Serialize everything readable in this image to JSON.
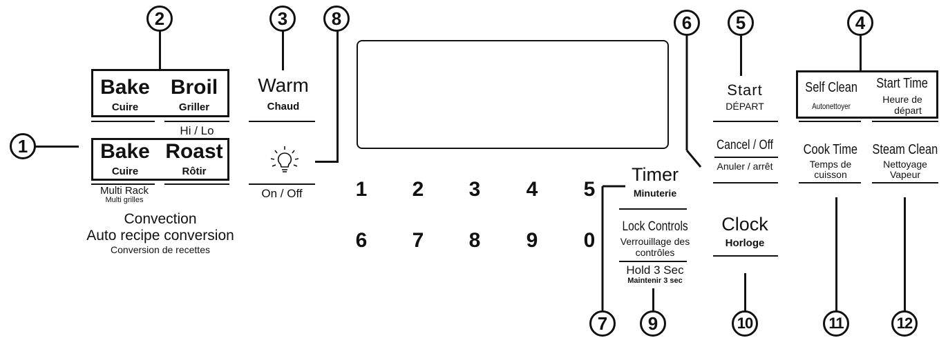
{
  "callouts": {
    "c1": "1",
    "c2": "2",
    "c3": "3",
    "c4": "4",
    "c5": "5",
    "c6": "6",
    "c7": "7",
    "c8": "8",
    "c9": "9",
    "c10": "10",
    "c11": "11",
    "c12": "12"
  },
  "bake_broil": {
    "bake": "Bake",
    "bake_fr": "Cuire",
    "broil": "Broil",
    "broil_fr": "Griller",
    "hilo": "Hi / Lo"
  },
  "convection": {
    "bake": "Bake",
    "bake_fr": "Cuire",
    "roast": "Roast",
    "roast_fr": "Rôtir",
    "multi": "Multi Rack",
    "multi_fr": "Multi grilles",
    "title": "Convection",
    "auto": "Auto recipe conversion",
    "auto_fr": "Conversion de recettes"
  },
  "warm": {
    "label": "Warm",
    "fr": "Chaud"
  },
  "light": {
    "icon": "lightbulb-icon",
    "label": "On / Off"
  },
  "digits_top": [
    "1",
    "2",
    "3",
    "4",
    "5"
  ],
  "digits_bottom": [
    "6",
    "7",
    "8",
    "9",
    "0"
  ],
  "timer": {
    "label": "Timer",
    "fr": "Minuterie"
  },
  "lock": {
    "label": "Lock Controls",
    "fr1": "Verrouillage des",
    "fr2": "contrôles",
    "hold": "Hold 3 Sec",
    "hold_fr": "Maintenir 3 sec"
  },
  "start": {
    "label": "Start",
    "fr": "DÉPART"
  },
  "cancel": {
    "label": "Cancel / Off",
    "fr": "Anuler / arrêt"
  },
  "clock": {
    "label": "Clock",
    "fr": "Horloge"
  },
  "self_clean": {
    "label": "Self Clean",
    "fr": "Autonettoyer"
  },
  "start_time": {
    "label": "Start Time",
    "fr1": "Heure de",
    "fr2": "départ"
  },
  "cook_time": {
    "label": "Cook Time",
    "fr1": "Temps de",
    "fr2": "cuisson"
  },
  "steam_clean": {
    "label": "Steam Clean",
    "fr1": "Nettoyage",
    "fr2": "Vapeur"
  }
}
